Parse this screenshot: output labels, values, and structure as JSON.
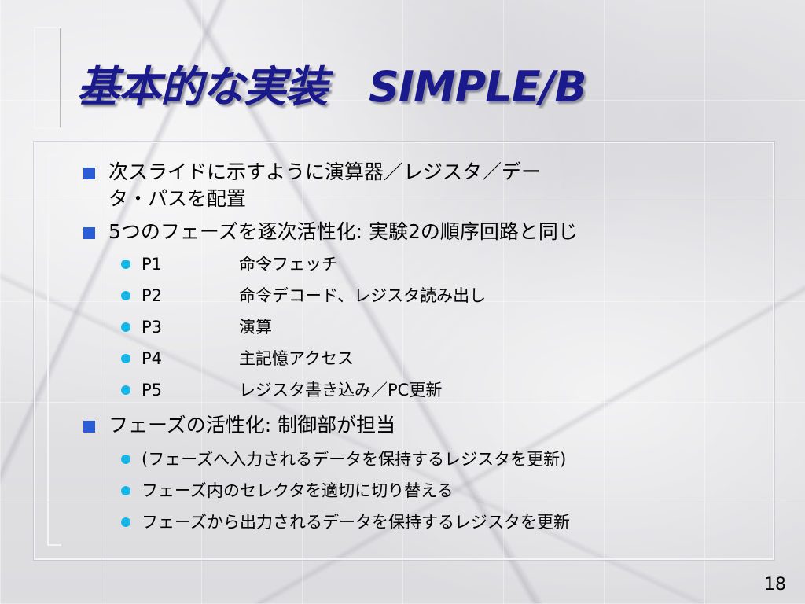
{
  "slide": {
    "title": "基本的な実装　SIMPLE/B",
    "page_number": "18"
  },
  "bullets": [
    {
      "text_line1": "次スライドに示すように演算器／レジスタ／デー",
      "text_line2": "タ・パスを配置"
    },
    {
      "text": "5つのフェーズを逐次活性化: 実験2の順序回路と同じ",
      "subitems": [
        {
          "code": "P1",
          "text": "命令フェッチ"
        },
        {
          "code": "P2",
          "text": "命令デコード、レジスタ読み出し"
        },
        {
          "code": "P3",
          "text": "演算"
        },
        {
          "code": "P4",
          "text": "主記憶アクセス"
        },
        {
          "code": "P5",
          "text": "レジスタ書き込み／PC更新"
        }
      ]
    },
    {
      "text": "フェーズの活性化: 制御部が担当",
      "subitems": [
        {
          "text": "(フェーズへ入力されるデータを保持するレジスタを更新)"
        },
        {
          "text": "フェーズ内のセレクタを適切に切り替える"
        },
        {
          "text": "フェーズから出力されるデータを保持するレジスタを更新"
        }
      ]
    }
  ],
  "colors": {
    "title": "#1a1a8c",
    "square_bullet": "#2b5cd6",
    "round_bullet": "#16b7e6"
  },
  "icons": {
    "level1": "blue-square-bullet-icon",
    "level2": "cyan-dot-bullet-icon"
  }
}
